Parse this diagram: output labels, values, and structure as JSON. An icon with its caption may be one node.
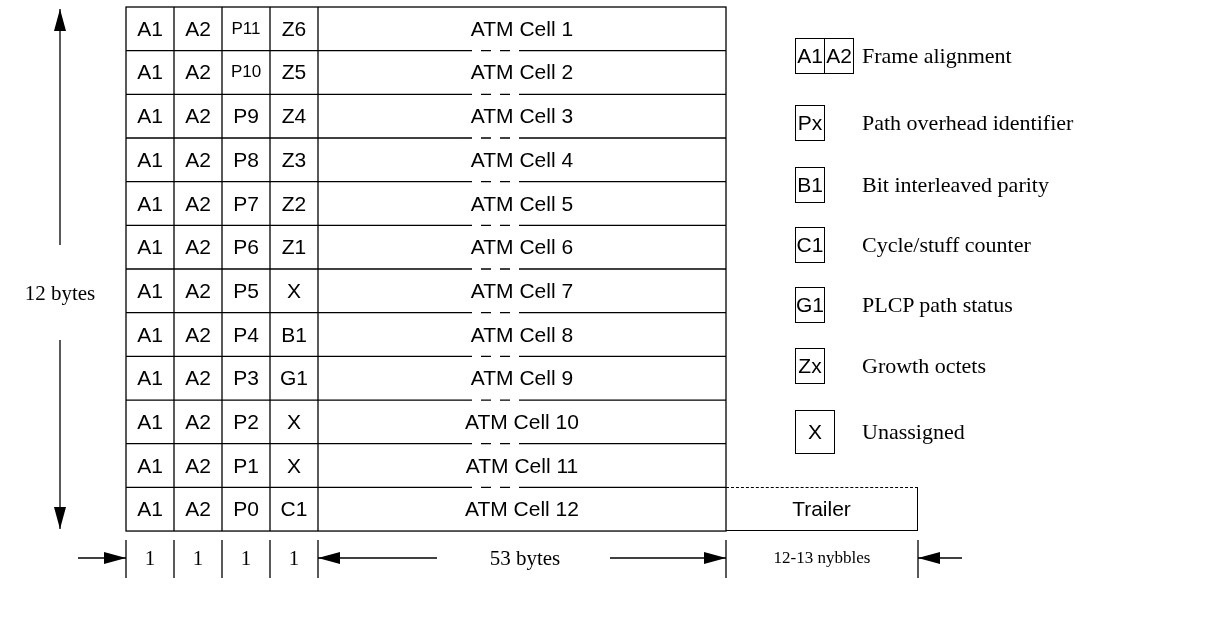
{
  "diagram": {
    "labels": [
      "A1",
      "A2",
      "P11",
      "Z6",
      "ATM Cell 1",
      "A1",
      "A2",
      "P10",
      "Z5",
      "ATM Cell 2",
      "A1",
      "A2",
      "P9",
      "Z4",
      "ATM Cell 3",
      "A1",
      "A2",
      "P8",
      "Z3",
      "ATM Cell 4",
      "A1",
      "A2",
      "P7",
      "Z2",
      "ATM Cell 5",
      "A1",
      "A2",
      "P6",
      "Z1",
      "ATM Cell 6",
      "A1",
      "A2",
      "P5",
      "X",
      "ATM Cell 7",
      "A1",
      "A2",
      "P4",
      "B1",
      "ATM Cell 8",
      "A1",
      "A2",
      "P3",
      "G1",
      "ATM Cell 9",
      "A1",
      "A2",
      "P2",
      "X",
      "ATM Cell 10",
      "A1",
      "A2",
      "P1",
      "X",
      "ATM Cell 11",
      "A1",
      "A2",
      "P0",
      "C1",
      "ATM Cell 12",
      "Trailer",
      "12 bytes",
      "1",
      "1",
      "1",
      "1",
      "53 bytes",
      "12-13 nybbles",
      "A1",
      "A2",
      "Px",
      "B1",
      "C1",
      "G1",
      "Zx",
      "X"
    ],
    "legend": [
      {
        "text": "Frame alignment"
      },
      {
        "text": "Path overhead identifier"
      },
      {
        "text": "Bit interleaved parity"
      },
      {
        "text": "Cycle/stuff counter"
      },
      {
        "text": "PLCP path status"
      },
      {
        "text": "Growth octets"
      },
      {
        "text": "Unassigned"
      }
    ]
  }
}
